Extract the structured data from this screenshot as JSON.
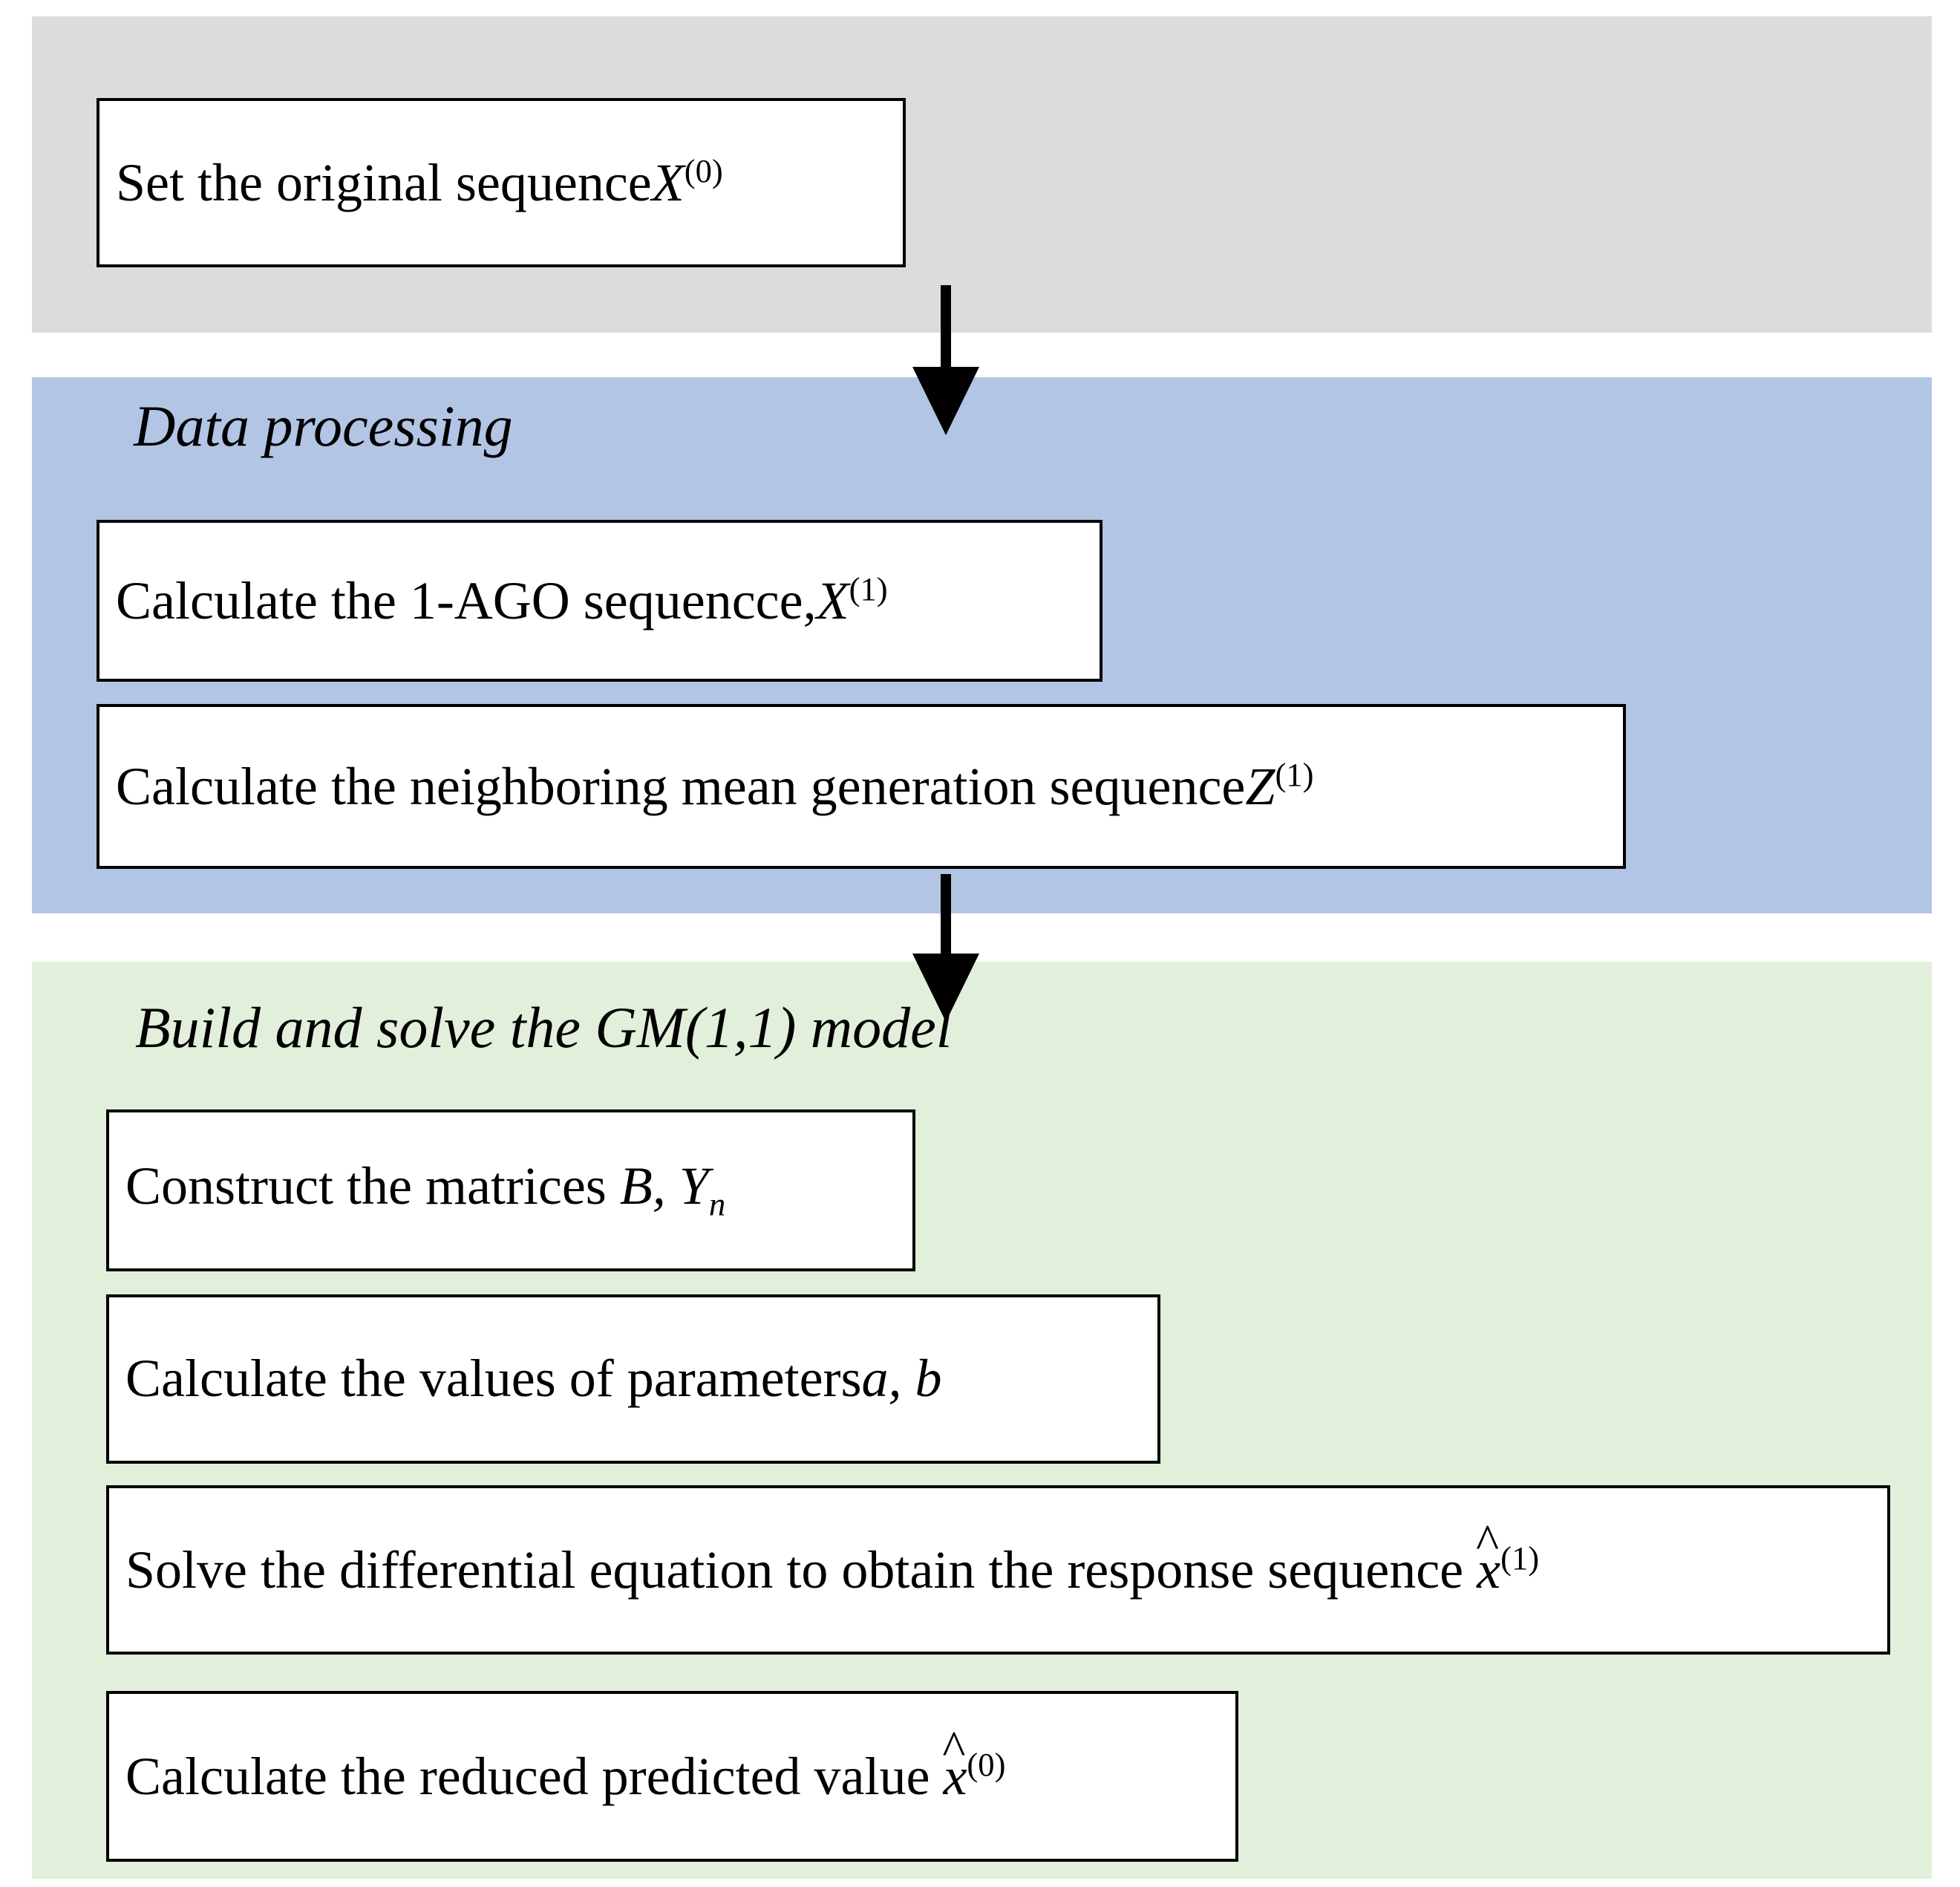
{
  "diagram": {
    "type": "flowchart",
    "title": "GM(1,1) grey model procedure",
    "colors": {
      "stage_input_bg": "#dcdcdc",
      "stage_processing_bg": "#b3c5e5",
      "stage_model_bg": "#e2efda",
      "box_bg": "#ffffff",
      "box_border": "#000000",
      "text": "#000000",
      "page_bg": "#ffffff"
    },
    "stages": [
      {
        "id": "input",
        "title": "",
        "boxes": [
          {
            "id": "original-sequence",
            "text": "Set the original sequence",
            "symbol": "X",
            "superscript": "(0)",
            "subscript": ""
          }
        ]
      },
      {
        "id": "processing",
        "title": "Data processing",
        "boxes": [
          {
            "id": "ago-sequence",
            "text": "Calculate the 1-AGO sequencce,",
            "symbol": "X",
            "superscript": "(1)",
            "subscript": ""
          },
          {
            "id": "neighboring-mean",
            "text": "Calculate the neighboring mean generation sequence",
            "symbol": "Z",
            "superscript": "(1)",
            "subscript": ""
          }
        ]
      },
      {
        "id": "model",
        "title": "Build and solve the GM(1,1) model",
        "boxes": [
          {
            "id": "construct-matrices",
            "text": "Construct the matrices",
            "symbol": "B, Y",
            "superscript": "",
            "subscript": "n"
          },
          {
            "id": "calculate-parameters",
            "text": "Calculate the values of parameters",
            "symbol": "a, b",
            "superscript": "",
            "subscript": ""
          },
          {
            "id": "solve-differential-equation",
            "text": "Solve the differential equation to obtain the response sequence",
            "symbol": "x",
            "hat": "^",
            "superscript": "(1)",
            "subscript": ""
          },
          {
            "id": "reduced-predicted-value",
            "text": "Calculate the reduced predicted value",
            "symbol": "x",
            "hat": "^",
            "superscript": "(0)",
            "subscript": ""
          }
        ]
      }
    ],
    "arrows": [
      {
        "id": "arrow-input-to-processing",
        "from": "original-sequence",
        "to": "ago-sequence",
        "direction": "down"
      },
      {
        "id": "arrow-processing-to-model",
        "from": "neighboring-mean",
        "to": "construct-matrices",
        "direction": "down"
      }
    ]
  }
}
